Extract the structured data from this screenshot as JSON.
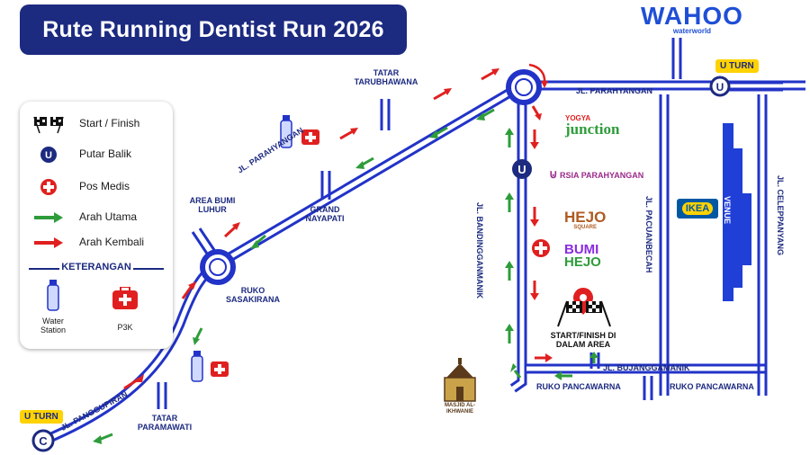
{
  "title": "Rute Running Dentist Run 2026",
  "logo": {
    "brand": "WAHOO",
    "sub": "waterworld"
  },
  "legend": {
    "start_finish": "Start / Finish",
    "putar_balik": "Putar Balik",
    "pos_medis": "Pos Medis",
    "arah_utama": "Arah Utama",
    "arah_kembali": "Arah Kembali",
    "keterangan": "KETERANGAN",
    "water_station": "Water Station",
    "p3k": "P3K"
  },
  "labels": {
    "tatar_tarubhawana": "TATAR TARUBHAWANA",
    "jl_parahyangan_top": "JL. PARAHYANGAN",
    "jl_parahyangan_diag": "JL. PARAHYANGAN",
    "area_bumi_luhur": "AREA BUMI LUHUR",
    "grand_nayapati": "GRAND NAYAPATI",
    "ruko_sasakirana": "RUKO SASAKIRANA",
    "jl_panggupiran": "JL. PANGGUPIRAN",
    "tatar_paramawati": "TATAR PARAMAWATI",
    "jl_bandingganmanik": "JL. BANDINGGANMANIK",
    "jl_pacuanbecah": "JL. PACUANBECAH",
    "jl_celeppanyang": "JL. CELEPPANYANG",
    "venue": "VENUE",
    "jl_bujanggamanik": "JL. BUJANGGAMANIK",
    "ruko_pancawarna_1": "RUKO PANCAWARNA",
    "ruko_pancawarna_2": "RUKO PANCAWARNA",
    "start_finish_area": "START/FINISH DI DALAM AREA",
    "masjid": "MASJID AL-IKHWANIE"
  },
  "uturn": {
    "top": "U TURN",
    "bottom": "U TURN"
  },
  "brands": {
    "yogya": "YOGYA",
    "junction": "junction",
    "rsia": "RSIA PARAHYANGAN",
    "hejo": "HEJO",
    "hejo_sub": "SQUARE",
    "bumi": "BUMI",
    "hejo2": "HEJO",
    "ikea": "IKEA"
  },
  "colors": {
    "navy": "#1c2a80",
    "road": "#2233c8",
    "green": "#2e9c3a",
    "red": "#e02020",
    "yellow": "#ffd200",
    "venue": "#1f3fd6"
  }
}
